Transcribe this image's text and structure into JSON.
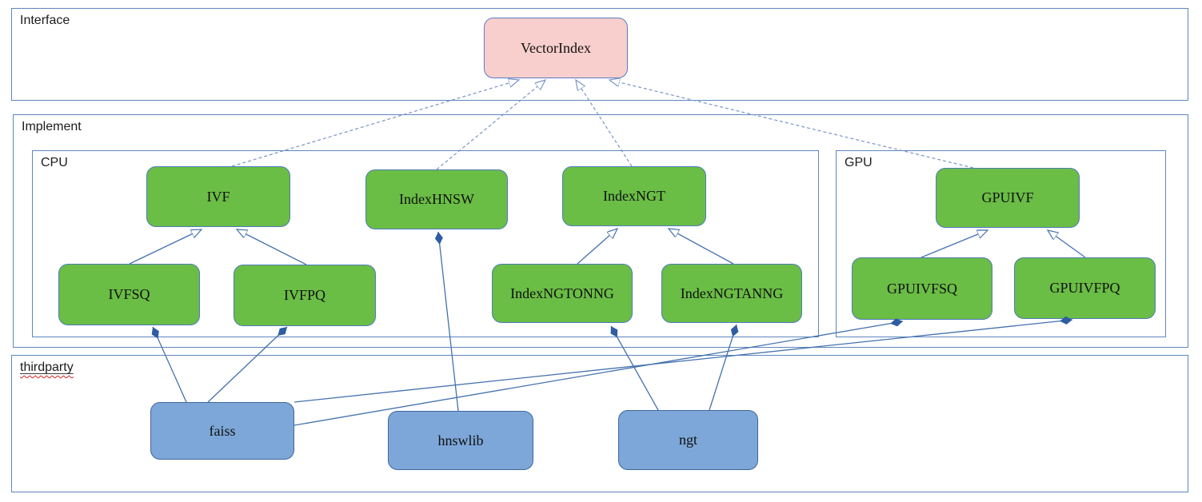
{
  "sections": {
    "interface": {
      "label": "Interface"
    },
    "implement": {
      "label": "Implement"
    },
    "cpu": {
      "label": "CPU"
    },
    "gpu": {
      "label": "GPU"
    },
    "thirdparty": {
      "label": "thirdparty"
    }
  },
  "nodes": {
    "vectorindex": {
      "label": "VectorIndex",
      "kind": "interface"
    },
    "ivf": {
      "label": "IVF",
      "kind": "cpu-class"
    },
    "indexhnsw": {
      "label": "IndexHNSW",
      "kind": "cpu-class"
    },
    "indexngt": {
      "label": "IndexNGT",
      "kind": "cpu-class"
    },
    "ivfsq": {
      "label": "IVFSQ",
      "kind": "cpu-class"
    },
    "ivfpq": {
      "label": "IVFPQ",
      "kind": "cpu-class"
    },
    "indexngtonng": {
      "label": "IndexNGTONNG",
      "kind": "cpu-class"
    },
    "indexngtanng": {
      "label": "IndexNGTANNG",
      "kind": "cpu-class"
    },
    "gpuivf": {
      "label": "GPUIVF",
      "kind": "gpu-class"
    },
    "gpuivfsq": {
      "label": "GPUIVFSQ",
      "kind": "gpu-class"
    },
    "gpuivfpq": {
      "label": "GPUIVFPQ",
      "kind": "gpu-class"
    },
    "faiss": {
      "label": "faiss",
      "kind": "thirdparty-lib"
    },
    "hnswlib": {
      "label": "hnswlib",
      "kind": "thirdparty-lib"
    },
    "ngt": {
      "label": "ngt",
      "kind": "thirdparty-lib"
    }
  },
  "edges": [
    {
      "from": "IVF",
      "to": "VectorIndex",
      "type": "realization-dashed"
    },
    {
      "from": "IndexHNSW",
      "to": "VectorIndex",
      "type": "realization-dashed"
    },
    {
      "from": "IndexNGT",
      "to": "VectorIndex",
      "type": "realization-dashed"
    },
    {
      "from": "GPUIVF",
      "to": "VectorIndex",
      "type": "realization-dashed"
    },
    {
      "from": "IVFSQ",
      "to": "IVF",
      "type": "inheritance"
    },
    {
      "from": "IVFPQ",
      "to": "IVF",
      "type": "inheritance"
    },
    {
      "from": "IndexNGTONNG",
      "to": "IndexNGT",
      "type": "inheritance"
    },
    {
      "from": "IndexNGTANNG",
      "to": "IndexNGT",
      "type": "inheritance"
    },
    {
      "from": "GPUIVFSQ",
      "to": "GPUIVF",
      "type": "inheritance"
    },
    {
      "from": "GPUIVFPQ",
      "to": "GPUIVF",
      "type": "inheritance"
    },
    {
      "from": "faiss",
      "to": "IVFSQ",
      "type": "composition"
    },
    {
      "from": "faiss",
      "to": "IVFPQ",
      "type": "composition"
    },
    {
      "from": "faiss",
      "to": "GPUIVFSQ",
      "type": "composition"
    },
    {
      "from": "faiss",
      "to": "GPUIVFPQ",
      "type": "composition"
    },
    {
      "from": "hnswlib",
      "to": "IndexHNSW",
      "type": "composition"
    },
    {
      "from": "ngt",
      "to": "IndexNGTONNG",
      "type": "composition"
    },
    {
      "from": "ngt",
      "to": "IndexNGTANNG",
      "type": "composition"
    }
  ],
  "colors": {
    "interface_node_fill": "#f8cfcc",
    "class_node_fill": "#6abd45",
    "thirdparty_node_fill": "#7da7d8",
    "container_border": "#5f86bd",
    "solid_edge": "#4472ad",
    "dashed_edge": "#7a94c7",
    "diamond_fill": "#2e5da2",
    "spellcheck_underline": "#cf2020"
  }
}
